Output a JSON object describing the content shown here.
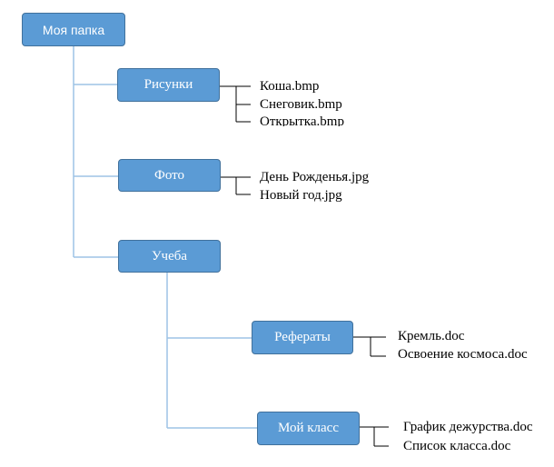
{
  "folders": {
    "root": "Моя папка",
    "pictures": "Рисунки",
    "photo": "Фото",
    "study": "Учеба",
    "essays": "Рефераты",
    "my_class": "Мой класс"
  },
  "files": {
    "pictures": [
      "Коша.bmp",
      "Снеговик.bmp",
      "Открытка.bmp"
    ],
    "photo": [
      "День Рожденья.jpg",
      "Новый год.jpg"
    ],
    "essays": [
      "Кремль.doc",
      "Освоение космоса.doc"
    ],
    "my_class": [
      "График дежурства.doc",
      "Список класса.doc"
    ]
  },
  "colors": {
    "node_fill": "#5b9bd5",
    "node_border": "#41719c",
    "connector": "#9dc3e6",
    "file_bracket": "#000000"
  }
}
